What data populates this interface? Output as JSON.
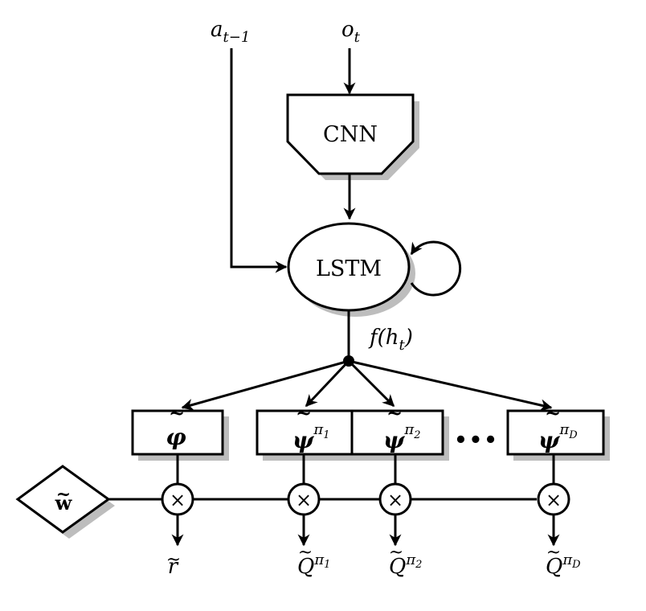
{
  "inputs": {
    "action": {
      "base": "a",
      "sub": "t−1"
    },
    "observation": {
      "base": "o",
      "sub": "t"
    }
  },
  "cnn": {
    "label": "CNN"
  },
  "lstm": {
    "label": "LSTM"
  },
  "lstm_output": {
    "pre": "f(h",
    "sub": "t",
    "post": ")"
  },
  "feature_boxes": [
    {
      "base": "φ",
      "tilde": "~",
      "sup": ""
    },
    {
      "base": "ψ",
      "tilde": "~",
      "sup": "π",
      "sup_sub": "1"
    },
    {
      "base": "ψ",
      "tilde": "~",
      "sup": "π",
      "sup_sub": "2"
    },
    {
      "base": "ψ",
      "tilde": "~",
      "sup": "π",
      "sup_sub": "D"
    }
  ],
  "ellipsis": "•••",
  "weight": {
    "base": "w",
    "tilde": "~"
  },
  "multiply_symbol": "×",
  "outputs": [
    {
      "base": "r",
      "tilde": "~"
    },
    {
      "base": "Q",
      "tilde": "~",
      "sup": "π",
      "sup_sub": "1"
    },
    {
      "base": "Q",
      "tilde": "~",
      "sup": "π",
      "sup_sub": "2"
    },
    {
      "base": "Q",
      "tilde": "~",
      "sup": "π",
      "sup_sub": "D"
    }
  ]
}
